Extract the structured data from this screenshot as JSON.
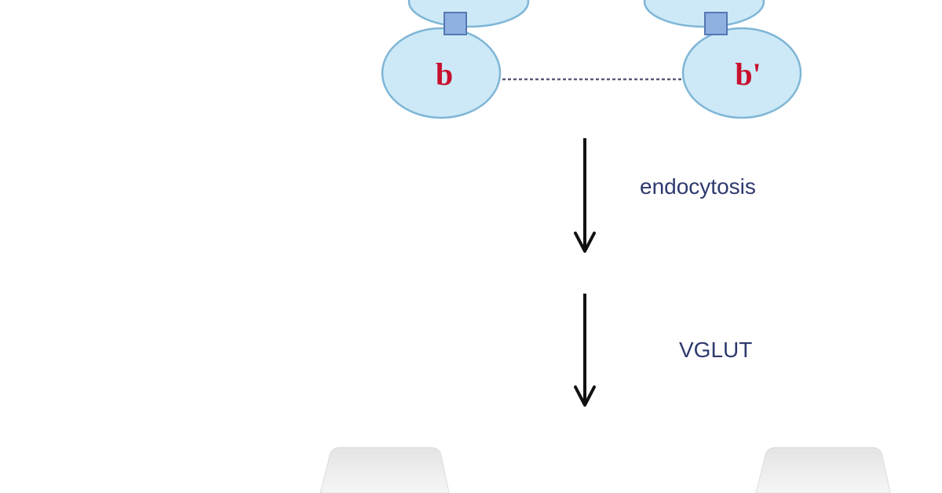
{
  "diagram": {
    "colors": {
      "lobe_fill": "#cde9f7",
      "lobe_stroke": "#7fb6d6",
      "linker_fill": "#8fb0e0",
      "linker_stroke": "#5577b3",
      "label_red": "#c8102e",
      "step_text": "#2e3a6e",
      "arrow": "#111111",
      "dotted_line": "#5a5a7a",
      "bottom_shape": "#eeeeee"
    },
    "lobes": {
      "left_label": "b",
      "right_label": "b'"
    },
    "steps": [
      {
        "label": "endocytosis"
      },
      {
        "label": "VGLUT"
      }
    ]
  }
}
